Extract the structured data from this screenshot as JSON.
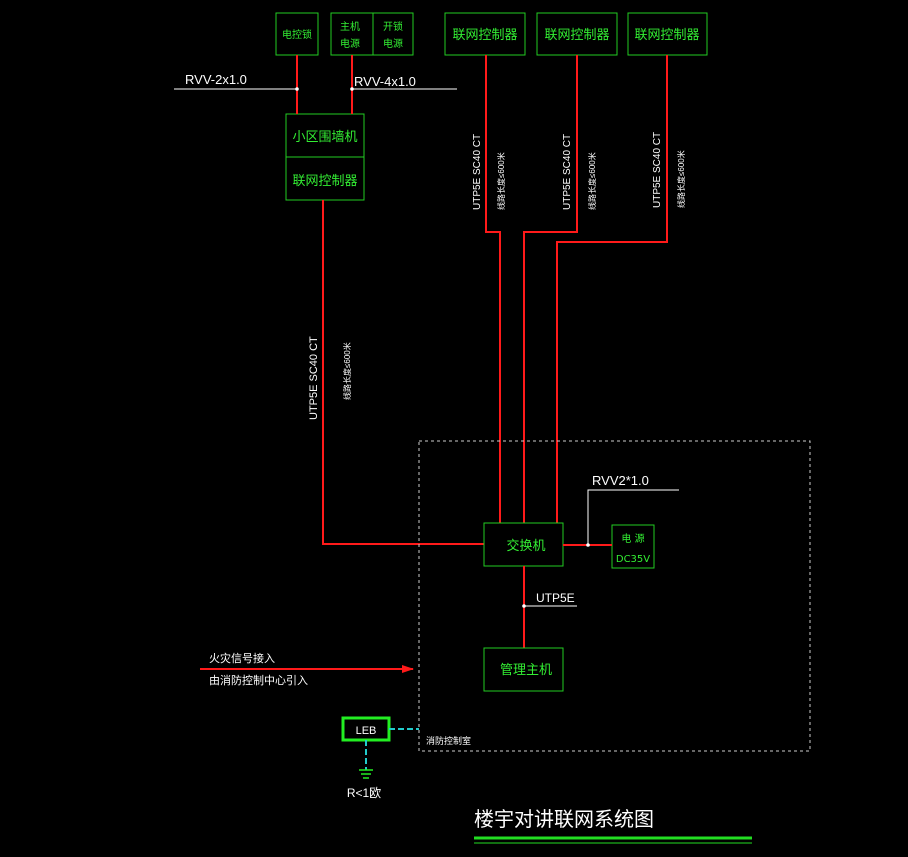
{
  "title": "楼宇对讲联网系统图",
  "top_devices": {
    "electric_lock": "电控锁",
    "host_power_1": "主机",
    "host_power_2": "电源",
    "switch_power_1": "开锁",
    "switch_power_2": "电源",
    "controller_1": "联网控制器",
    "controller_2": "联网控制器",
    "controller_3": "联网控制器"
  },
  "wall_unit": {
    "upper": "小区围墙机",
    "lower": "联网控制器"
  },
  "cables": {
    "rvv_2x1": "RVV-2x1.0",
    "rvv_4x1": "RVV-4x1.0",
    "utp_main": "UTP5E SC40 CT",
    "utp_main_note": "线路长度≤600米",
    "utp_c1": "UTP5E SC40 CT",
    "utp_c1_note": "线路长度≤600米",
    "utp_c2": "UTP5E SC40 CT",
    "utp_c2_note": "线路长度≤600米",
    "utp_c3": "UTP5E SC40 CT",
    "utp_c3_note": "线路长度≤600米",
    "rvv2": "RVV2*1.0",
    "utp5e": "UTP5E"
  },
  "control_room": {
    "switch": "交换机",
    "power_1": "电  源",
    "power_2": "DC35V",
    "host": "管理主机",
    "room_label": "消防控制室"
  },
  "fire_signal": {
    "line1": "火灾信号接入",
    "line2": "由消防控制中心引入"
  },
  "ground": {
    "box": "LEB",
    "resistance": "R<1欧"
  },
  "colors": {
    "wire": "#ff1a1a",
    "box": "#22cc22",
    "title_underline": "#22dd22",
    "ground_line": "#22cccc"
  }
}
